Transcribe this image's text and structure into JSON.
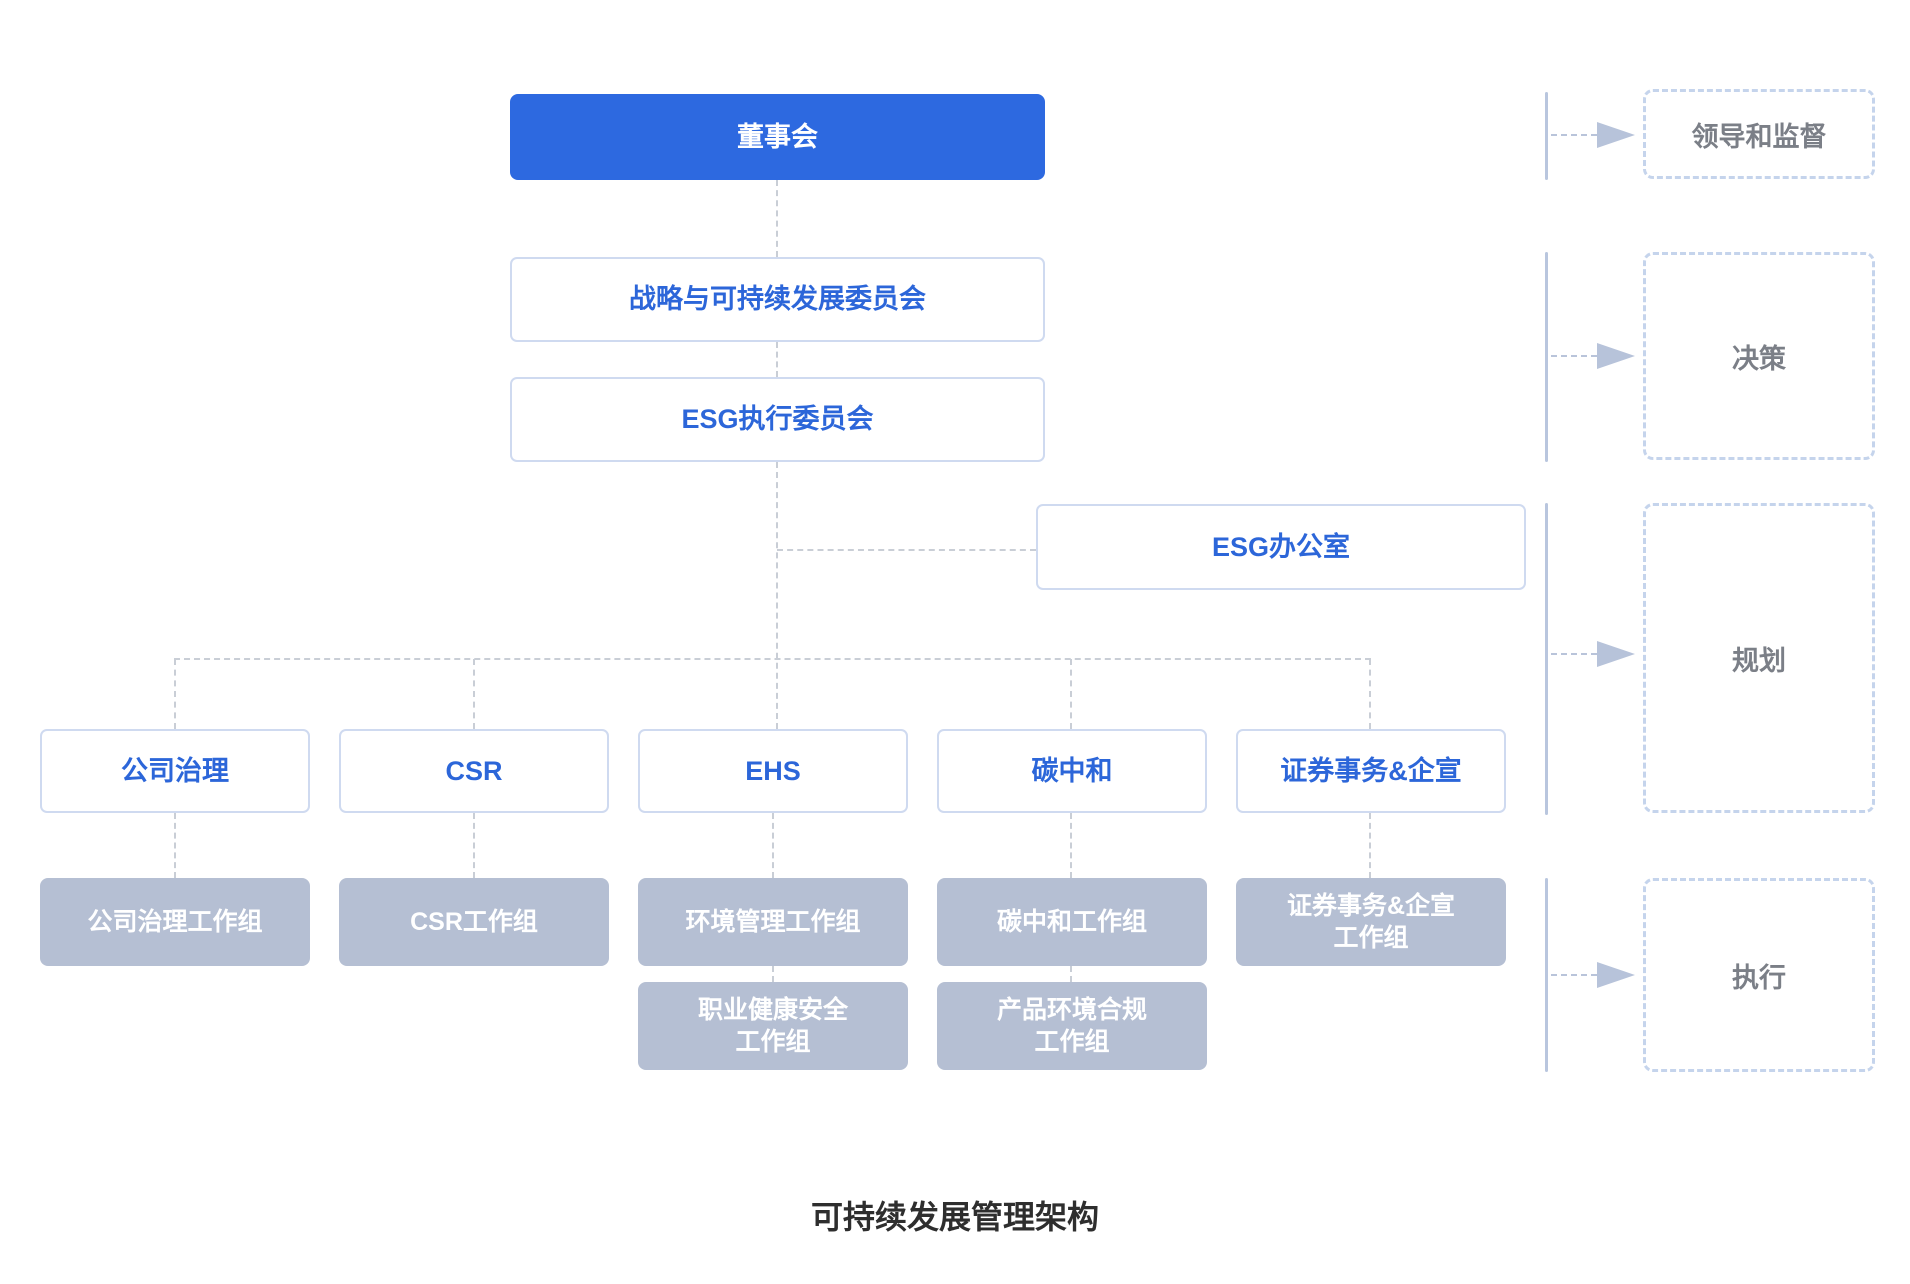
{
  "title": "可持续发展管理架构",
  "chart": {
    "board": "董事会",
    "strategy_committee": "战略与可持续发展委员会",
    "esg_exec_committee": "ESG执行委员会",
    "esg_office": "ESG办公室",
    "departments": [
      "公司治理",
      "CSR",
      "EHS",
      "碳中和",
      "证券事务&企宣"
    ],
    "workgroups_row1": [
      "公司治理工作组",
      "CSR工作组",
      "环境管理工作组",
      "碳中和工作组",
      "证券事务&企宣\n工作组"
    ],
    "workgroups_row2": [
      "职业健康安全\n工作组",
      "产品环境合规\n工作组"
    ],
    "stages": [
      "领导和监督",
      "决策",
      "规划",
      "执行"
    ],
    "colors": {
      "primary_blue": "#2d69e0",
      "box_text_blue": "#2c66d9",
      "outline_border": "#cfdaf0",
      "gray_box_bg": "#b5bfd3",
      "connector_dash": "#c9ced6",
      "stage_border": "#c5d4ec",
      "stage_text": "#7b7f87",
      "arrow": "#b7c3da",
      "title_text": "#2e2e2e"
    }
  }
}
